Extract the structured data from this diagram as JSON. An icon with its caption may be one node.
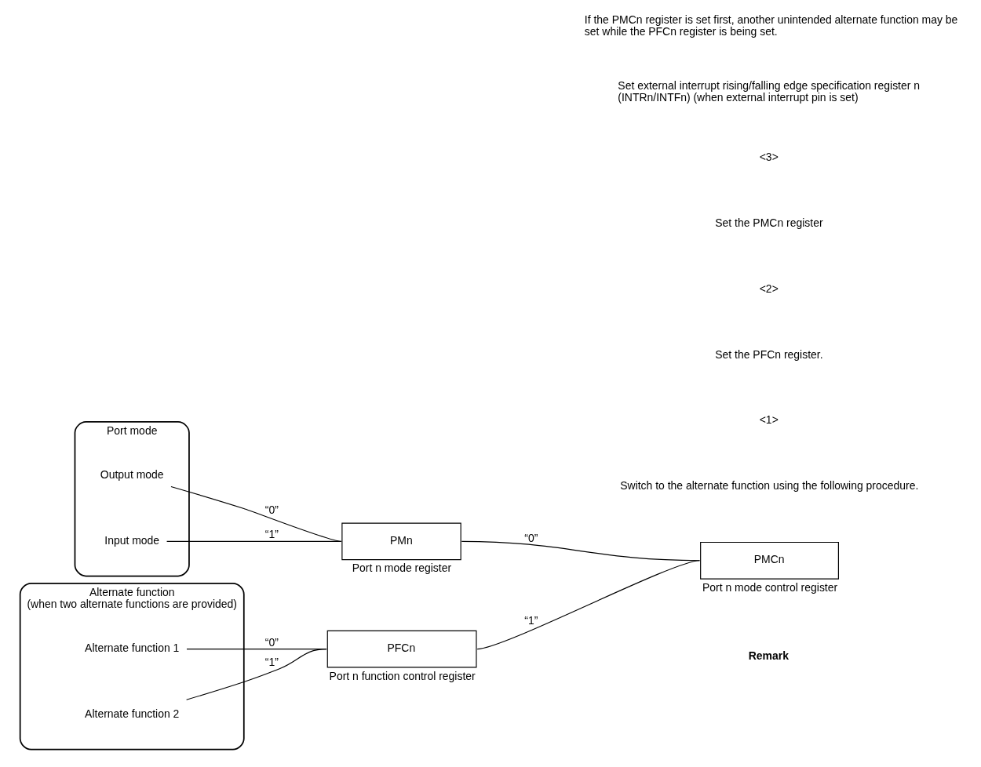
{
  "diagram": {
    "nodes": [
      {
        "text": [
          "Port mode"
        ]
      },
      {
        "text": [
          "Output mode"
        ],
        "in": 0
      },
      {
        "text": [
          "Input mode"
        ],
        "in": 0
      },
      {
        "text": [
          "PMn"
        ],
        "beside": [
          "Port n mode register"
        ]
      },
      {
        "text": [
          "PMCn"
        ],
        "beside": [
          "Port n mode control register"
        ]
      },
      {
        "text": [
          "Alternate function",
          "(when two alternate functions are provided)"
        ]
      },
      {
        "text": [
          "Alternate function 1"
        ],
        "in": 5
      },
      {
        "text": [
          "Alternate function 2"
        ],
        "in": 5
      },
      {
        "text": [
          "PFCn"
        ],
        "beside": [
          "Port n function control register"
        ]
      }
    ],
    "edges": [
      {
        "from": 1,
        "to": 3,
        "arrow": "none",
        "label": "“0”"
      },
      {
        "from": 2,
        "to": 3,
        "arrow": "none",
        "label": "“1”"
      },
      {
        "from": 3,
        "to": 4,
        "arrow": "none",
        "label": "“0”"
      },
      {
        "from": 8,
        "to": 4,
        "arrow": "none",
        "label": "“1”"
      },
      {
        "from": 6,
        "to": 8,
        "arrow": "none",
        "label": "“0”"
      },
      {
        "from": 7,
        "to": 8,
        "arrow": "none",
        "label": "“1”"
      }
    ],
    "labels": [
      "Remark",
      "Switch to the alternate function using the following procedure.",
      "<1>",
      "Set the PFCn register.",
      "<2>",
      "Set the PMCn register",
      "<3>",
      "Set external interrupt rising/falling edge specification register n (INTRn/INTFn) (when external interrupt pin is set)",
      "If the PMCn register is set first, another unintended alternate function may be set while the PFCn register is being set."
    ]
  }
}
